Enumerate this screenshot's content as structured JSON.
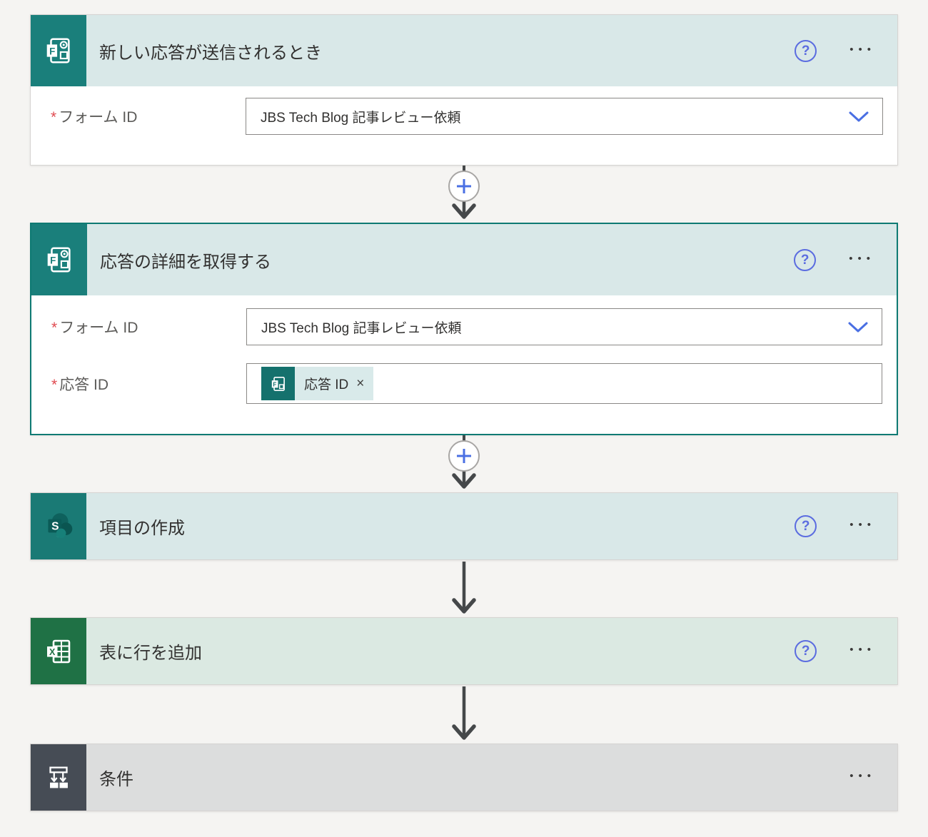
{
  "flow": {
    "cards": [
      {
        "title": "新しい応答が送信されるとき",
        "connector": "microsoft-forms",
        "state": "expanded",
        "fields": [
          {
            "required": "*",
            "label": "フォーム ID",
            "value": "JBS Tech Blog 記事レビュー依頼",
            "control": "dropdown"
          }
        ]
      },
      {
        "title": "応答の詳細を取得する",
        "connector": "microsoft-forms",
        "state": "expanded-selected",
        "fields": [
          {
            "required": "*",
            "label": "フォーム ID",
            "value": "JBS Tech Blog 記事レビュー依頼",
            "control": "dropdown"
          },
          {
            "required": "*",
            "label": "応答 ID",
            "control": "token-input",
            "token": {
              "label": "応答 ID",
              "remove": "×",
              "source": "microsoft-forms"
            }
          }
        ]
      },
      {
        "title": "項目の作成",
        "connector": "sharepoint",
        "state": "collapsed"
      },
      {
        "title": "表に行を追加",
        "connector": "excel",
        "state": "collapsed"
      },
      {
        "title": "条件",
        "connector": "condition-control",
        "state": "collapsed"
      }
    ]
  },
  "icons": {
    "help": "?",
    "more": "•••",
    "add_step": "+",
    "remove_token": "×",
    "dropdown_chevron": "chevron-down",
    "connector_arrow": "arrow-down"
  },
  "colors": {
    "page_bg": "#f5f4f2",
    "forms_teal": "#1a7f7b",
    "sharepoint_teal": "#1a7a75",
    "excel_green": "#1f7145",
    "condition_dark": "#464c55",
    "header_teal": "#d9e8e8",
    "header_green": "#dbe9e2",
    "header_gray": "#dcdddd",
    "selected_border": "#0e7a73",
    "accent_blue": "#5b6ce0",
    "plus_blue": "#4a6fe3",
    "arrow_gray": "#45484a",
    "required_red": "#e04a50",
    "token_bg": "#d9eaea"
  }
}
